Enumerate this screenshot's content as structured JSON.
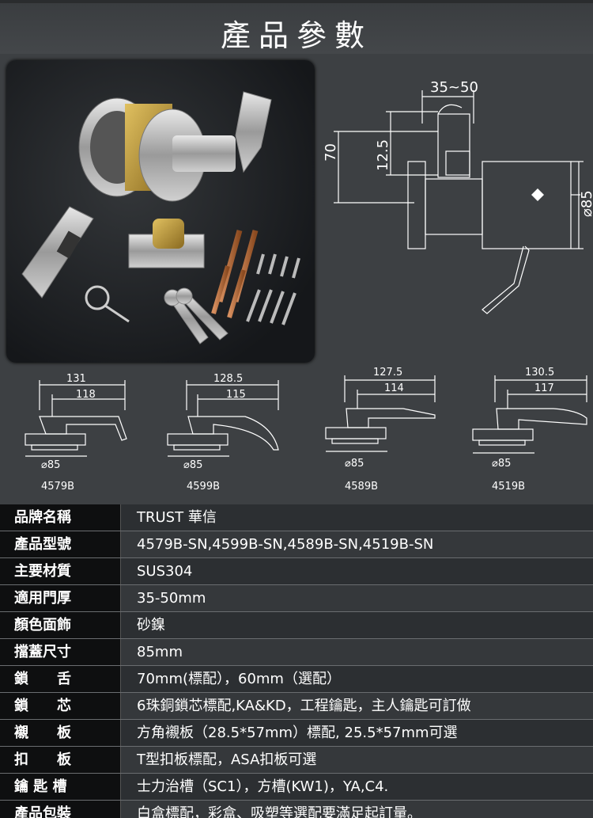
{
  "page": {
    "title": "產品參數"
  },
  "drawing": {
    "dims": {
      "top_width": "35~50",
      "height": "70",
      "backset": "12.5",
      "rose_dia": "⌀85"
    }
  },
  "models": [
    {
      "model": "4579B",
      "overall": "131",
      "lever": "118",
      "rose": "⌀85"
    },
    {
      "model": "4599B",
      "overall": "128.5",
      "lever": "115",
      "rose": "⌀85"
    },
    {
      "model": "4589B",
      "overall": "127.5",
      "lever": "114",
      "rose": "⌀85"
    },
    {
      "model": "4519B",
      "overall": "130.5",
      "lever": "117",
      "rose": "⌀85"
    }
  ],
  "specs": [
    {
      "label": "品牌名稱",
      "value": "TRUST 華信"
    },
    {
      "label": "產品型號",
      "value": "4579B-SN,4599B-SN,4589B-SN,4519B-SN"
    },
    {
      "label": "主要材質",
      "value": "SUS304"
    },
    {
      "label": "適用門厚",
      "value": "35-50mm"
    },
    {
      "label": "顏色面飾",
      "value": "砂鎳"
    },
    {
      "label": "擋蓋尺寸",
      "value": "85mm"
    },
    {
      "label": "鎖　　舌",
      "value": "70mm(標配），60mm（選配）"
    },
    {
      "label": "鎖　　芯",
      "value": "6珠銅鎖芯標配,KA&KD，工程鑰匙，主人鑰匙可訂做"
    },
    {
      "label": "襯　　板",
      "value": "方角襯板（28.5*57mm）標配, 25.5*57mm可選"
    },
    {
      "label": "扣　　板",
      "value": "T型扣板標配，ASA扣板可選"
    },
    {
      "label": "鑰 匙 槽",
      "value": "士力治槽（SC1），方槽(KW1)，YA,C4."
    },
    {
      "label": "產品包裝",
      "value": "白盒標配，彩盒、吸塑等選配要滿足起訂量。"
    }
  ]
}
